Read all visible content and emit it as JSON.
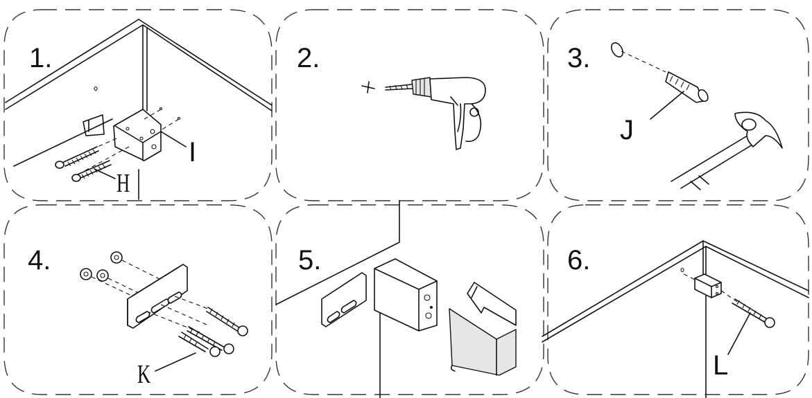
{
  "steps": [
    {
      "number": "1.",
      "part_labels": [
        "H",
        "I"
      ]
    },
    {
      "number": "2.",
      "part_labels": []
    },
    {
      "number": "3.",
      "part_labels": [
        "J"
      ]
    },
    {
      "number": "4.",
      "part_labels": [
        "K"
      ]
    },
    {
      "number": "5.",
      "part_labels": []
    },
    {
      "number": "6.",
      "part_labels": [
        "L"
      ]
    }
  ],
  "icons": {
    "step1": [
      "cabinet-corner-icon",
      "mounting-bracket-icon",
      "screw-icon"
    ],
    "step2": [
      "electric-drill-icon"
    ],
    "step3": [
      "washer-icon",
      "wall-plug-icon",
      "hammer-icon"
    ],
    "step4": [
      "washer-icon",
      "wall-rail-icon",
      "screw-icon"
    ],
    "step5": [
      "cabinet-corner-icon",
      "mounting-bracket-icon",
      "wall-rail-icon",
      "cover-cap-icon",
      "direction-arrow-icon"
    ],
    "step6": [
      "cabinet-corner-icon",
      "mounting-bracket-icon",
      "screw-icon"
    ]
  },
  "colors": {
    "line": "#111111",
    "background": "#ffffff",
    "shade": "#e6e6e6"
  }
}
